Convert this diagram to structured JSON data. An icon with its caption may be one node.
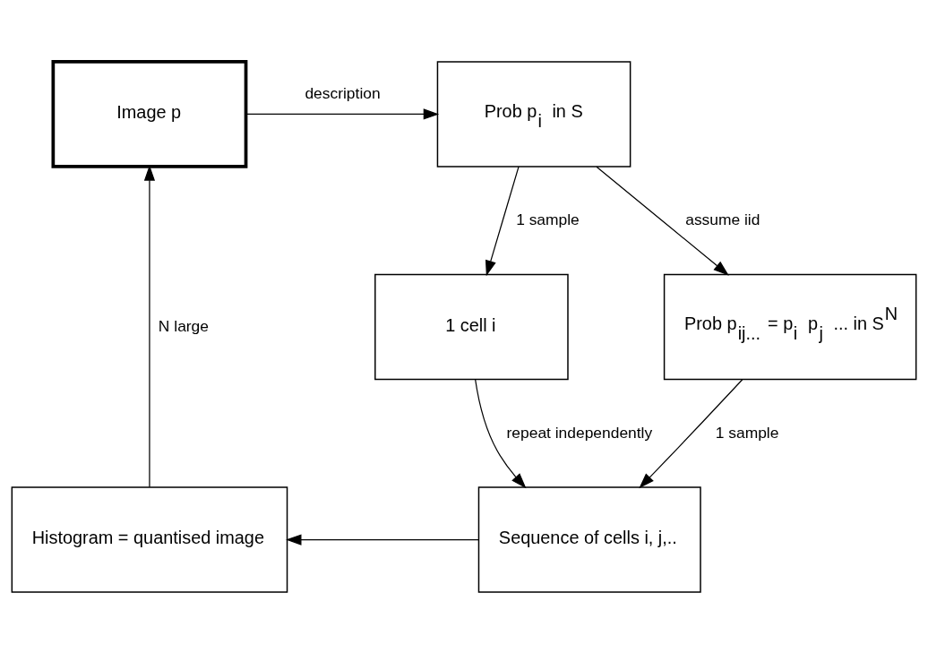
{
  "diagram": {
    "nodes": [
      {
        "text": [
          "Image p"
        ]
      },
      {
        "text": [
          "Prob p$_{i}$ in S"
        ]
      },
      {
        "text": [
          "1 cell i"
        ]
      },
      {
        "text": [
          "Prob p$_{ij...}$ = p$_{i}$ p$_{j}$ ... in S$^{N}$"
        ]
      },
      {
        "text": [
          "Sequence of cells i, j,.."
        ]
      },
      {
        "text": [
          "Histogram = quantised image"
        ]
      }
    ],
    "edges": [
      {
        "from": 0,
        "to": 1,
        "arrow": "to",
        "label": "description"
      },
      {
        "from": 1,
        "to": 2,
        "arrow": "to",
        "label": "1 sample"
      },
      {
        "from": 1,
        "to": 3,
        "arrow": "to",
        "label": "assume iid"
      },
      {
        "from": 2,
        "to": 4,
        "arrow": "to",
        "label": "repeat independently"
      },
      {
        "from": 3,
        "to": 4,
        "arrow": "to",
        "label": "1 sample"
      },
      {
        "from": 4,
        "to": 5,
        "arrow": "to"
      },
      {
        "from": 5,
        "to": 0,
        "arrow": "to",
        "label": "N large"
      }
    ]
  }
}
